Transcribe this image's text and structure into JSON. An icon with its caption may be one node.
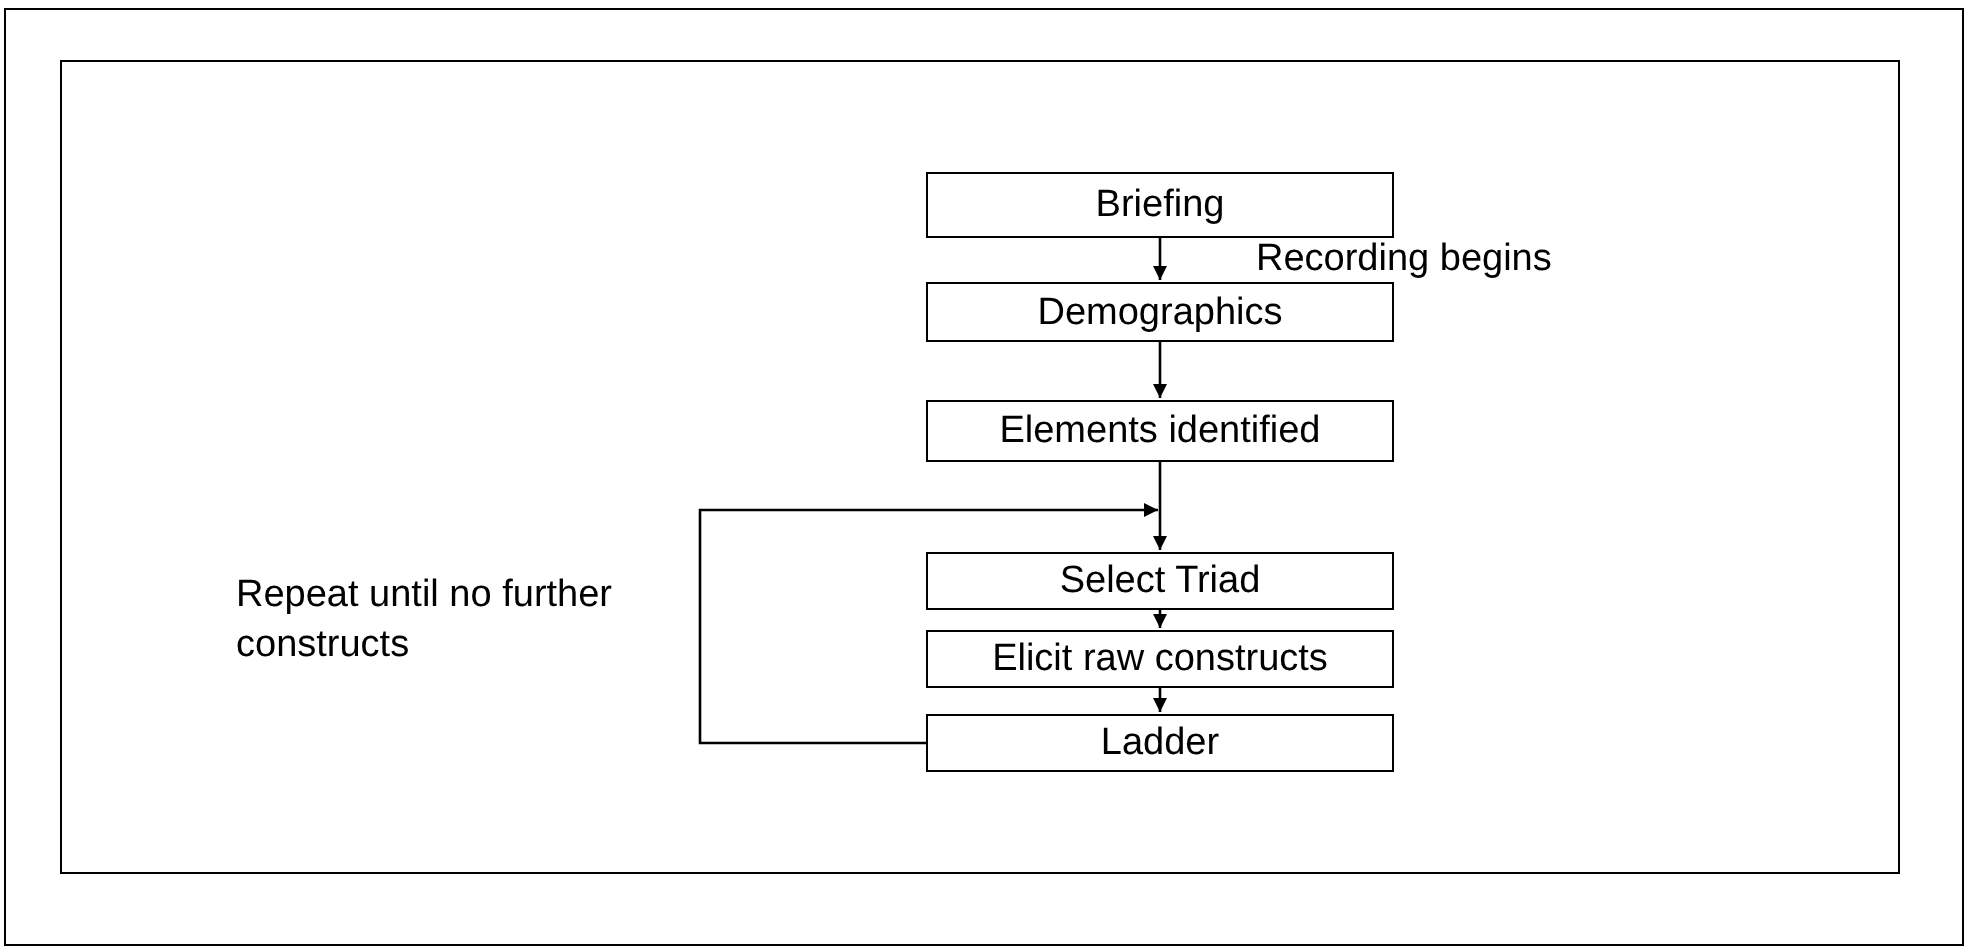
{
  "diagram": {
    "nodes": [
      {
        "text": [
          "Briefing"
        ]
      },
      {
        "text": [
          "Demographics"
        ]
      },
      {
        "text": [
          "Elements identified"
        ]
      },
      {
        "text": [
          "Select Triad"
        ]
      },
      {
        "text": [
          "Elicit raw constructs"
        ]
      },
      {
        "text": [
          "Ladder"
        ]
      }
    ],
    "edges": [
      {
        "from": 0,
        "to": 1,
        "arrow": "to",
        "label": "Recording begins"
      },
      {
        "from": 1,
        "to": 2,
        "arrow": "to"
      },
      {
        "from": 2,
        "to": 3,
        "arrow": "to"
      },
      {
        "from": 3,
        "to": 4,
        "arrow": "to"
      },
      {
        "from": 4,
        "to": 5,
        "arrow": "to"
      },
      {
        "from": 5,
        "to": 3,
        "arrow": "to"
      }
    ],
    "labels": [
      "Repeat until no further constructs"
    ]
  }
}
